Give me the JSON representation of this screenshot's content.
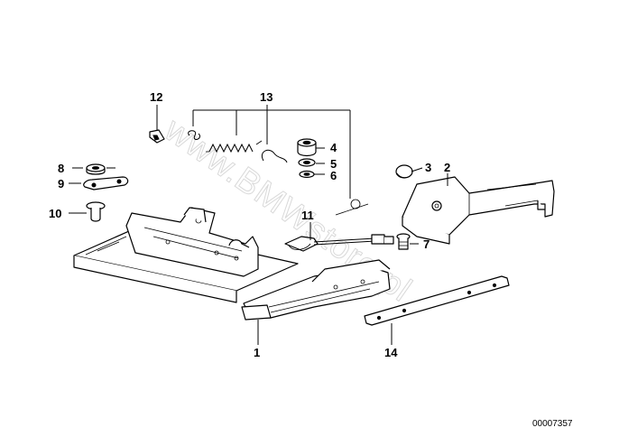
{
  "diagram": {
    "callouts": [
      "1",
      "2",
      "3",
      "4",
      "5",
      "6",
      "7",
      "8",
      "9",
      "10",
      "11",
      "12",
      "13",
      "14"
    ],
    "reference_number": "00007357",
    "watermark": "www.BMWstore.pl"
  }
}
